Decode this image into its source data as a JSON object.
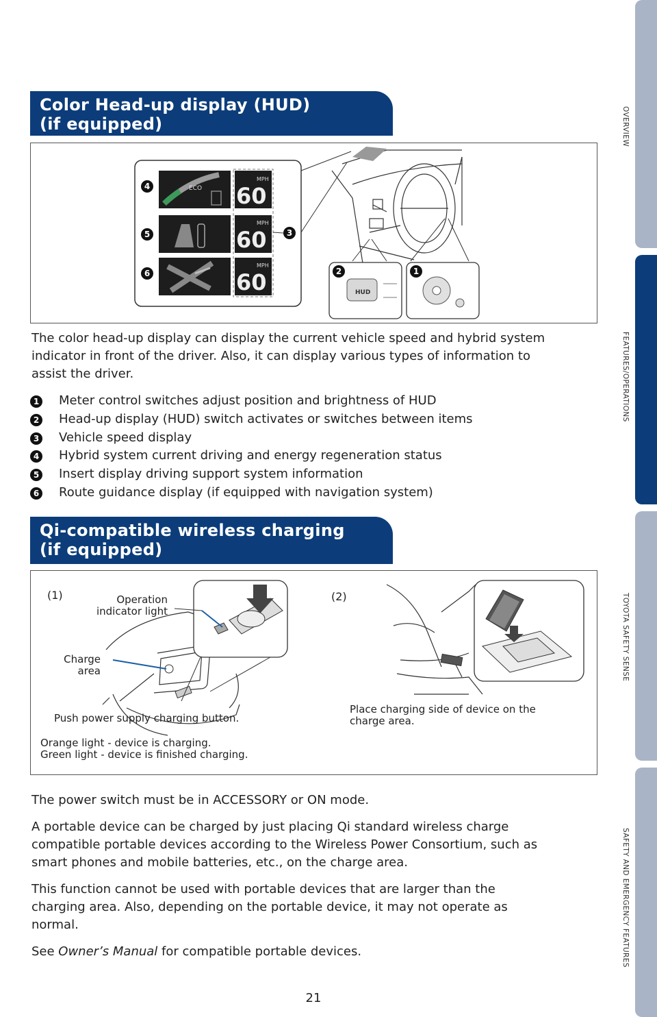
{
  "side_nav": [
    {
      "label": "OVERVIEW",
      "active": false
    },
    {
      "label": "FEATURES/OPERATIONS",
      "active": true
    },
    {
      "label": "TOYOTA SAFETY SENSE",
      "active": false
    },
    {
      "label": "SAFETY AND EMERGENCY FEATURES",
      "active": false
    }
  ],
  "hud": {
    "title_line1": "Color Head-up display (HUD)",
    "title_line2": "(if equipped)",
    "figure": {
      "unit": "MPH",
      "speed": "60",
      "eco": "ECO",
      "button_label": "HUD",
      "callouts": [
        "1",
        "2",
        "3",
        "4",
        "5",
        "6"
      ]
    },
    "description_lines": [
      "The color head-up display can display the current vehicle speed and hybrid system",
      "indicator in front of the driver. Also, it can display various types of information to",
      "assist the driver."
    ],
    "items": [
      {
        "num": "1",
        "text": "Meter control switches adjust position and brightness of HUD"
      },
      {
        "num": "2",
        "text": "Head-up display (HUD) switch activates or switches between items"
      },
      {
        "num": "3",
        "text": "Vehicle speed display"
      },
      {
        "num": "4",
        "text": "Hybrid system current driving and energy regeneration status"
      },
      {
        "num": "5",
        "text": "Insert display driving support system information"
      },
      {
        "num": "6",
        "text": "Route guidance display (if equipped with navigation system)"
      }
    ]
  },
  "qi": {
    "title_line1": "Qi-compatible wireless charging",
    "title_line2": "(if equipped)",
    "figure": {
      "label1": "(1)",
      "label2": "(2)",
      "op_light_line1": "Operation",
      "op_light_line2": "indicator light",
      "charge_line1": "Charge",
      "charge_line2": "area",
      "push_caption": "Push power supply charging button.",
      "orange_caption": "Orange light - device is charging.",
      "green_caption": "Green light - device is finished charging.",
      "place_line1": "Place charging side of device on the",
      "place_line2": "charge area."
    },
    "paragraph1": "The power switch must be in ACCESSORY or ON mode.",
    "paragraph2_lines": [
      "A portable device can be charged by just placing Qi standard wireless charge",
      "compatible portable devices according to the Wireless Power Consortium, such as",
      "smart phones and mobile batteries, etc., on the charge area."
    ],
    "paragraph3_lines": [
      "This function cannot be used with portable devices that are larger than the",
      "charging area. Also, depending on the portable device, it may not operate as",
      "normal."
    ],
    "see_prefix": "See ",
    "see_manual": "Owner’s Manual",
    "see_suffix": " for compatible portable devices."
  },
  "page_number": "21",
  "colors": {
    "accent": "#0c3d7a",
    "tab_inactive": "#a9b5c6"
  }
}
